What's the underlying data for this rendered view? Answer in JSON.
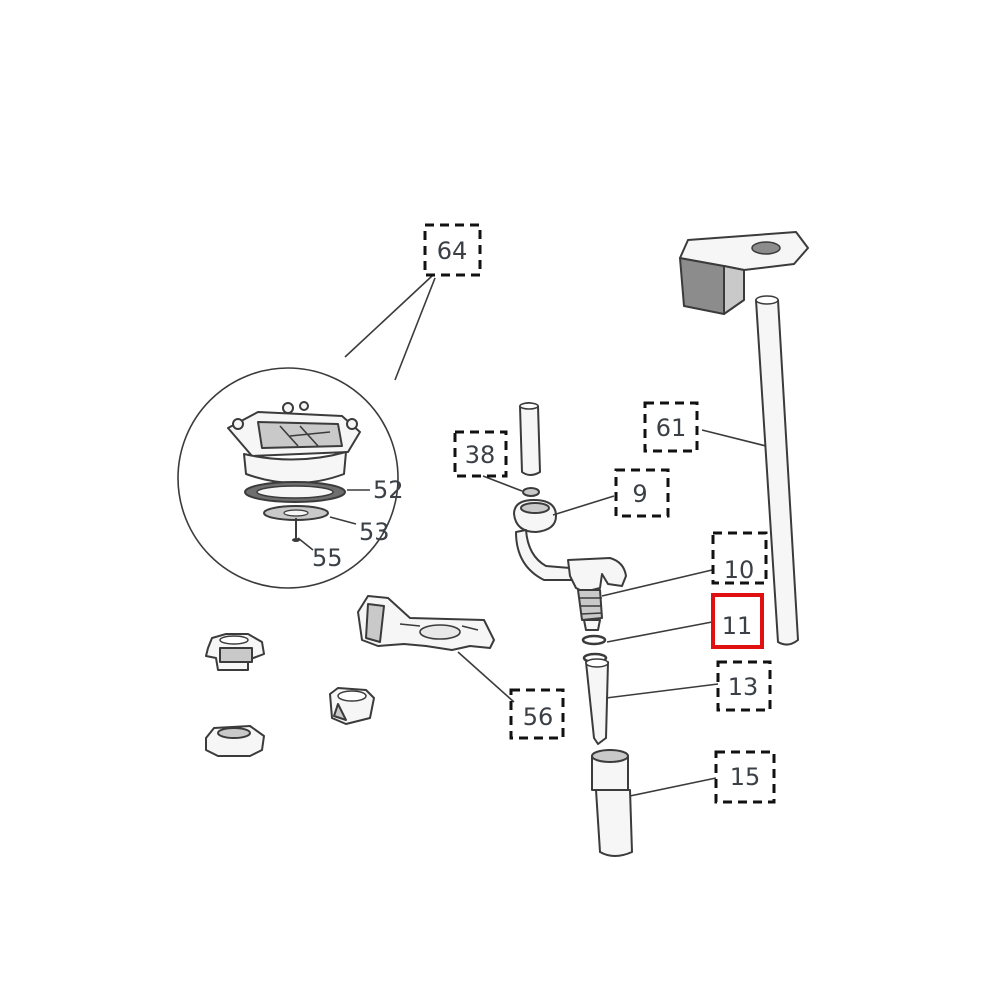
{
  "labels": {
    "c64": "64",
    "c52": "52",
    "c53": "53",
    "c55": "55",
    "c38": "38",
    "c9": "9",
    "c61": "61",
    "c10": "10",
    "c11": "11",
    "c13": "13",
    "c15": "15",
    "c56": "56"
  },
  "selected_part": "11",
  "colors": {
    "highlight": "#e01010",
    "callout_box": "#111111",
    "label_text": "#3a4046"
  }
}
